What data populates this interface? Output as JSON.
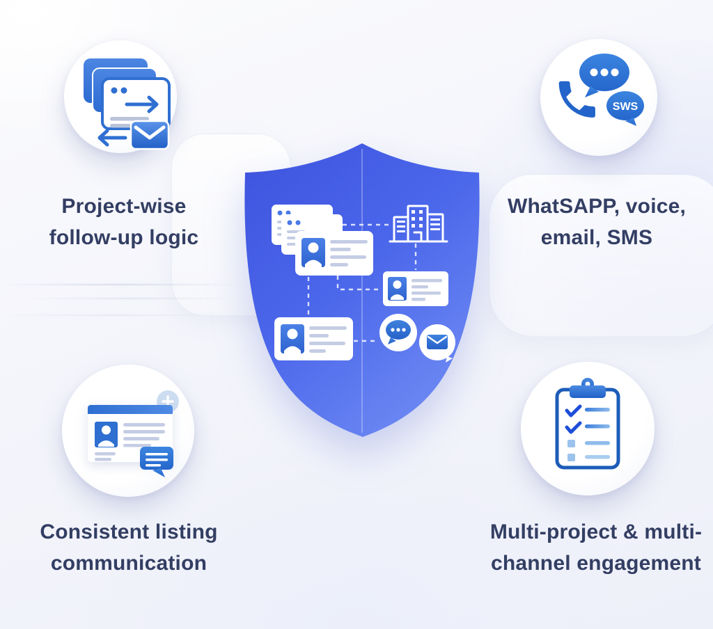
{
  "features": {
    "top_left": {
      "line1": "Project-wise",
      "line2": "follow-up logic"
    },
    "top_right": {
      "line1": "WhatSAPP, voice,",
      "line2": "email, SMS",
      "badge": "SWS"
    },
    "bottom_left": {
      "line1": "Consistent listing",
      "line2": "communication"
    },
    "bottom_right": {
      "line1": "Multi-project & multi-",
      "line2": "channel engagement"
    }
  },
  "colors": {
    "background": "#f4f5fb",
    "label_text": "#333e63",
    "shield_top": "#3f57e1",
    "shield_bottom": "#6a86f2",
    "icon_blue": "#2e74d4",
    "icon_blue_dark": "#1f5fc4",
    "icon_blue_light": "#9cc3ee",
    "line_grey": "#c4cde4"
  }
}
